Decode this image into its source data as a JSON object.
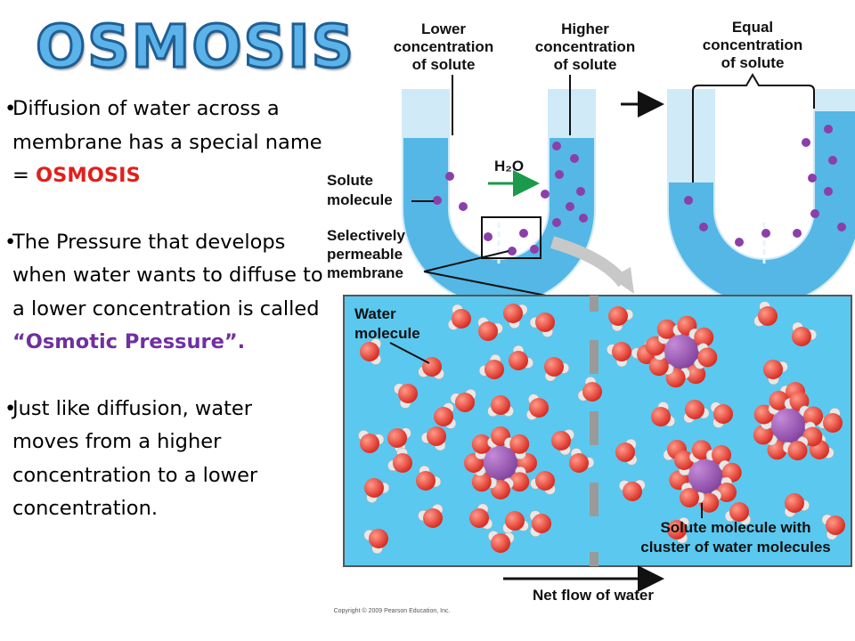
{
  "title": "OSMOSIS",
  "bullets": [
    {
      "text": "Diffusion of water across a membrane has a special name = ",
      "highlight": "OSMOSIS",
      "tail": ""
    },
    {
      "text": "The Pressure that develops when water wants to diffuse to a lower concentration is called ",
      "highlight": "“Osmotic Pressure”.",
      "tail": ""
    },
    {
      "text": "Just like diffusion, water moves from a higher concentration to a lower concentration.",
      "highlight": "",
      "tail": ""
    }
  ],
  "diagram": {
    "lower_conc": [
      "Lower",
      "concentration",
      "of solute"
    ],
    "higher_conc": [
      "Higher",
      "concentration",
      "of solute"
    ],
    "equal_conc": [
      "Equal",
      "concentration",
      "of solute"
    ],
    "h2o": "H₂O",
    "solute_molecule": [
      "Solute",
      "molecule"
    ],
    "membrane": [
      "Selectively",
      "permeable",
      "membrane"
    ],
    "water_molecule": [
      "Water",
      "molecule"
    ],
    "solute_cluster": [
      "Solute molecule with",
      "cluster of water molecules"
    ],
    "net_flow": "Net flow of water",
    "copyright": "Copyright © 2009 Pearson Education, Inc."
  },
  "colors": {
    "title_fill": "#5bb3ea",
    "highlight_red": "#e0201b",
    "highlight_purple": "#7030a0",
    "water_bg": "#5bc8f0",
    "tube_water": "#64bfe8"
  }
}
